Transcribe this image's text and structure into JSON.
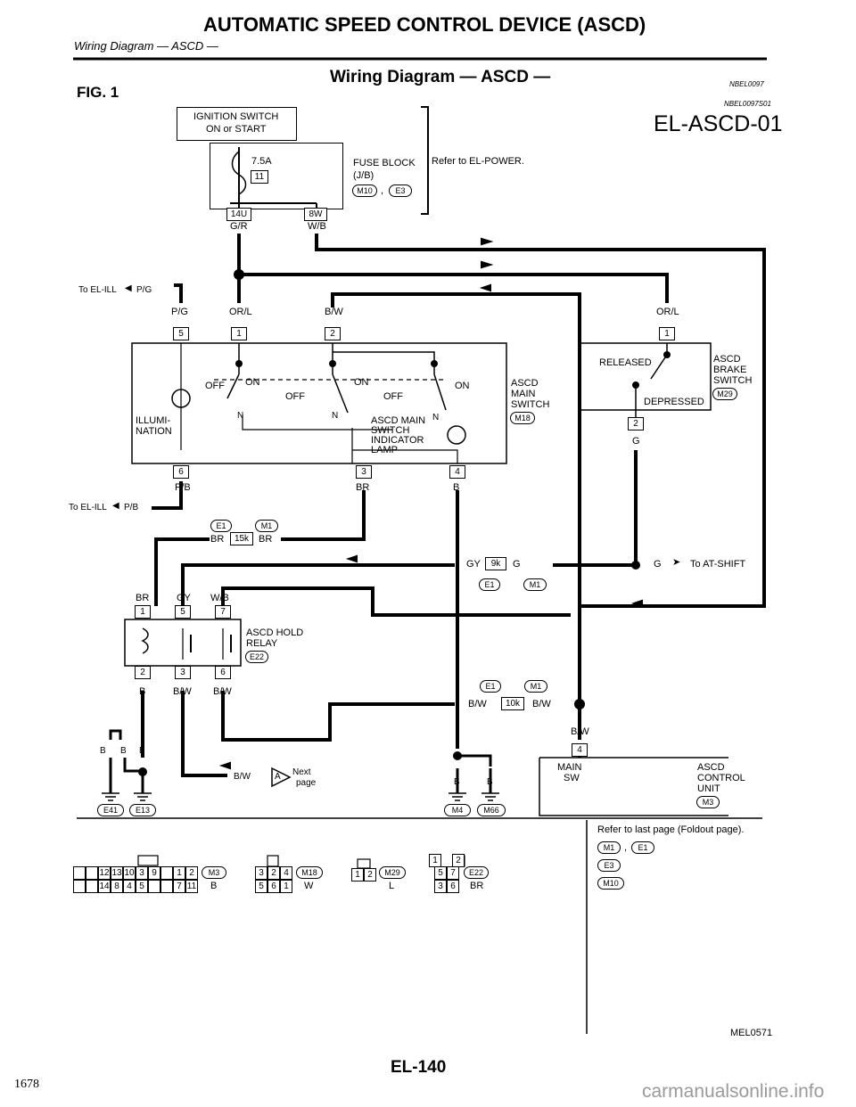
{
  "header": {
    "title": "AUTOMATIC SPEED CONTROL DEVICE (ASCD)",
    "subtitle": "Wiring Diagram — ASCD —"
  },
  "fig_label": "FIG. 1",
  "diagram_title": "Wiring Diagram — ASCD —",
  "codes": {
    "code1": "NBEL0097",
    "code2": "NBEL0097S01"
  },
  "ref_code": "EL-ASCD-01",
  "ignition": {
    "line1": "IGNITION SWITCH",
    "line2": "ON or START"
  },
  "fuse": {
    "rating": "7.5A",
    "number": "11",
    "block_line1": "FUSE BLOCK",
    "block_line2": "(J/B)",
    "conn1": "M10",
    "conn2": "E3",
    "sep": ",",
    "refer": "Refer to EL-POWER."
  },
  "fuse_pins": [
    "14U",
    "8W"
  ],
  "wires": {
    "gr": "G/R",
    "wb": "W/B",
    "pg": "P/G",
    "orl": "OR/L",
    "bw": "B/W",
    "orl2": "OR/L",
    "pb": "P/B",
    "br": "BR",
    "b": "B",
    "g": "G",
    "gy": "GY",
    "wb2": "W/B",
    "br2": "BR"
  },
  "to_ill_1": "To EL-ILL",
  "to_ill_1_wire": "P/G",
  "to_ill_2": "To EL-ILL",
  "to_ill_2_wire": "P/B",
  "main_switch": {
    "pins_top": [
      "5",
      "1",
      "2"
    ],
    "pins_bottom": [
      "6",
      "3",
      "4"
    ],
    "off1": "OFF",
    "on1": "ON",
    "off2": "OFF",
    "on2": "ON",
    "off3": "OFF",
    "on3": "ON",
    "n1": "N",
    "n2": "N",
    "n3": "N",
    "illum1": "ILLUMI-",
    "illum2": "NATION",
    "ind1": "ASCD MAIN",
    "ind2": "SWITCH",
    "ind3": "INDICATOR",
    "ind4": "LAMP",
    "name1": "ASCD",
    "name2": "MAIN",
    "name3": "SWITCH",
    "conn": "M18"
  },
  "brake_switch": {
    "pin_top": "1",
    "pin_bottom": "2",
    "released": "RELEASED",
    "depressed": "DEPRESSED",
    "name1": "ASCD",
    "name2": "BRAKE",
    "name3": "SWITCH",
    "conn": "M29"
  },
  "joint1": {
    "c1": "E1",
    "c2": "M1",
    "w1": "BR",
    "pin": "15k",
    "w2": "BR"
  },
  "joint2": {
    "w1": "GY",
    "pin": "9k",
    "w2": "G",
    "c1": "E1",
    "c2": "M1"
  },
  "joint3": {
    "w1": "B/W",
    "pin": "10k",
    "w2": "B/W",
    "c1": "E1",
    "c2": "M1"
  },
  "to_atshift": {
    "wire": "G",
    "text": "To AT-SHIFT"
  },
  "relay": {
    "wires_top": [
      "BR",
      "GY",
      "W/B"
    ],
    "pins_top": [
      "1",
      "5",
      "7"
    ],
    "pins_bottom": [
      "2",
      "3",
      "6"
    ],
    "wires_bottom": [
      "B",
      "B/W",
      "B/W"
    ],
    "name1": "ASCD HOLD",
    "name2": "RELAY",
    "conn": "E22"
  },
  "grounds": {
    "wires_left": [
      "B",
      "B",
      "B"
    ],
    "conn_left": [
      "E41",
      "E13"
    ],
    "wires_right": [
      "B",
      "B"
    ],
    "conn_right": [
      "M4",
      "M66"
    ]
  },
  "next_page": {
    "wire": "B/W",
    "letter": "A",
    "text1": "Next",
    "text2": "page"
  },
  "control_unit": {
    "wire": "B/W",
    "pin": "4",
    "main1": "MAIN",
    "main2": "SW",
    "name1": "ASCD",
    "name2": "CONTROL",
    "name3": "UNIT",
    "conn": "M3"
  },
  "legend": {
    "refer": "Refer to last page (Foldout page).",
    "items": [
      "M1",
      "E1",
      "E3",
      "M10"
    ],
    "sep": ","
  },
  "conn_M3": {
    "top": [
      "",
      "",
      "12",
      "13",
      "10",
      "3",
      "9",
      "",
      "1",
      "2"
    ],
    "bottom": [
      "",
      "",
      "14",
      "8",
      "4",
      "5",
      "",
      "",
      "7",
      "11"
    ],
    "name": "M3",
    "color": "B"
  },
  "conn_M18": {
    "top": [
      "3",
      "2",
      "4"
    ],
    "bottom": [
      "5",
      "6",
      "1"
    ],
    "name": "M18",
    "color": "W"
  },
  "conn_M29": {
    "pins": [
      "1",
      "2"
    ],
    "name": "M29",
    "color": "L"
  },
  "conn_E22": {
    "top_tab": [
      "1",
      "2"
    ],
    "top": [
      "5",
      "7"
    ],
    "bottom": [
      "3",
      "6"
    ],
    "name": "E22",
    "color": "BR"
  },
  "fig_code": "MEL0571",
  "page_number": "EL-140",
  "corner_number": "1678",
  "watermark": "carmanualsonline.info"
}
